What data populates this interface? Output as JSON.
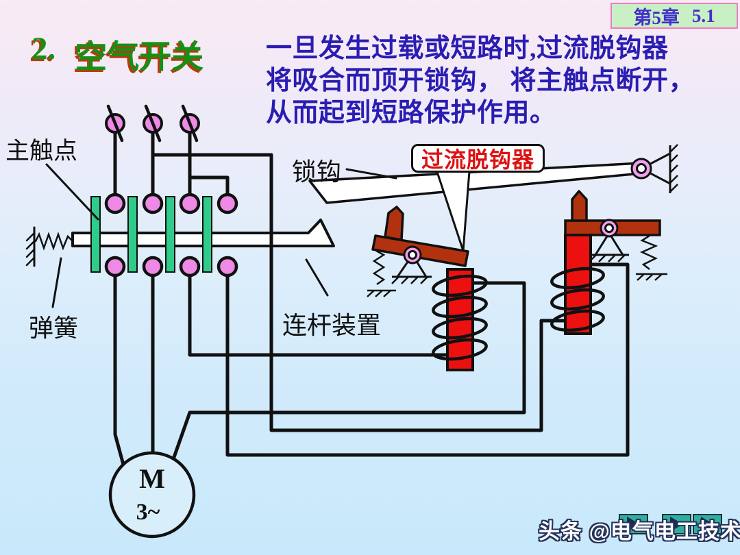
{
  "chapter_badge": {
    "chapter": "第5章",
    "section": "5.1"
  },
  "title": {
    "number": "2.",
    "text": "空气开关"
  },
  "description": {
    "lines": [
      "一旦发生过载或短路时,过流脱钩器",
      "将吸合而顶开锁钩， 将主触点断开，",
      "从而起到短路保护作用。"
    ]
  },
  "labels": {
    "main_contact": "主触点",
    "lock_hook": "锁钩",
    "trip_device": "过流脱钩器",
    "linkage": "连杆装置",
    "spring": "弹簧"
  },
  "motor": {
    "symbol": "M",
    "phase": "3~"
  },
  "watermark": {
    "text": "头条 @电气电工技术"
  },
  "colors": {
    "core_red": "#ec1010",
    "armature_red": "#b23210",
    "contact_pink": "#ee8ae6",
    "pivot_pink": "#f0a0ec",
    "bar_green": "#2fcb8a",
    "title_green": "#149114",
    "title_shadow_red": "#b93a10",
    "body_text_blue": "#2a1db2",
    "callout_text_red": "#dd1111",
    "badge_bg_green": "#c9f0c5",
    "badge_text_blue": "#4330ca",
    "badge_border_pink": "#f07cc4"
  }
}
